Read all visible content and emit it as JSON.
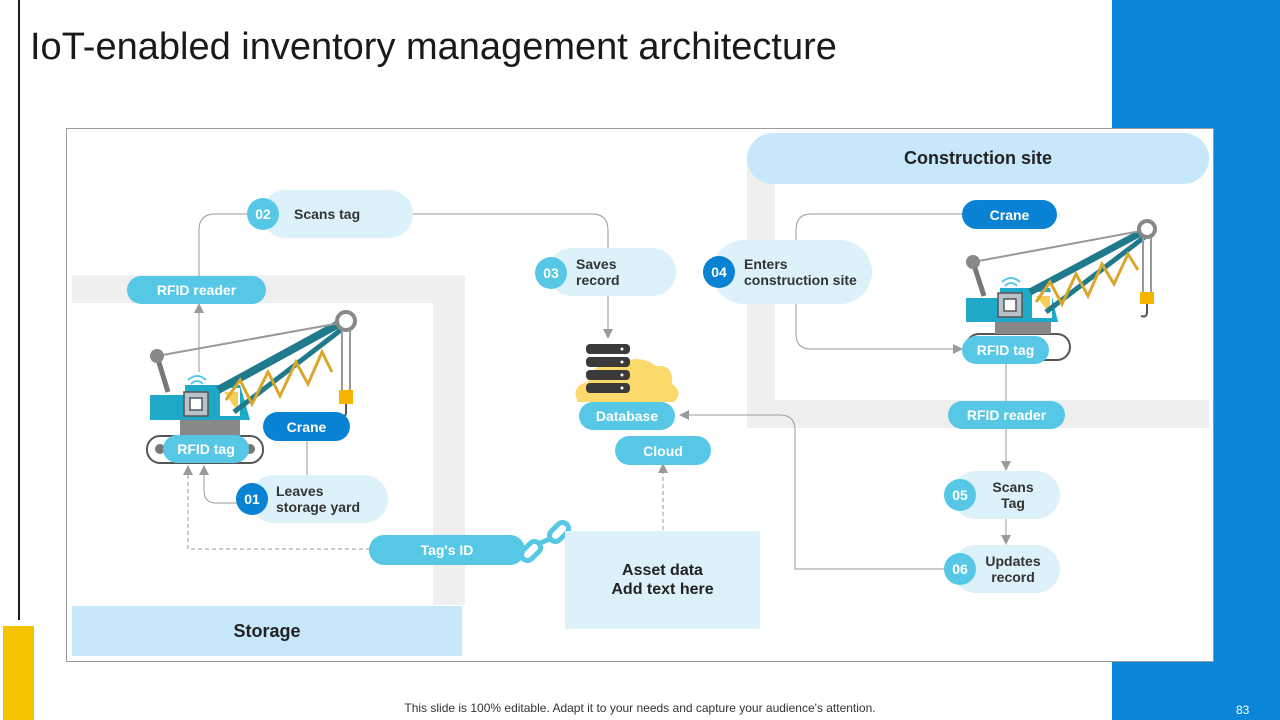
{
  "title": "IoT-enabled inventory management architecture",
  "footer": "This slide is 100% editable. Adapt it to your needs and capture your audience's attention.",
  "page_number": "83",
  "storage": {
    "label": "Storage",
    "rfid_reader": "RFID reader",
    "crane": "Crane",
    "rfid_tag": "RFID tag"
  },
  "construction": {
    "label": "Construction site",
    "crane": "Crane",
    "rfid_tag": "RFID tag",
    "rfid_reader": "RFID reader"
  },
  "center": {
    "database": "Database",
    "cloud": "Cloud",
    "tags_id": "Tag's ID",
    "asset_line1": "Asset data",
    "asset_line2": "Add text here"
  },
  "steps": [
    {
      "num": "01",
      "line1": "Leaves",
      "line2": "storage yard"
    },
    {
      "num": "02",
      "line1": "Scans tag",
      "line2": ""
    },
    {
      "num": "03",
      "line1": "Saves",
      "line2": "record"
    },
    {
      "num": "04",
      "line1": "Enters",
      "line2": "construction site"
    },
    {
      "num": "05",
      "line1": "Scans",
      "line2": "Tag"
    },
    {
      "num": "06",
      "line1": "Updates",
      "line2": "record"
    }
  ],
  "colors": {
    "band": "#0a86d8",
    "accent_yellow": "#f5c400",
    "cyan": "#56c8e6",
    "blue": "#0a82d4",
    "pale": "#dcf1f9"
  }
}
